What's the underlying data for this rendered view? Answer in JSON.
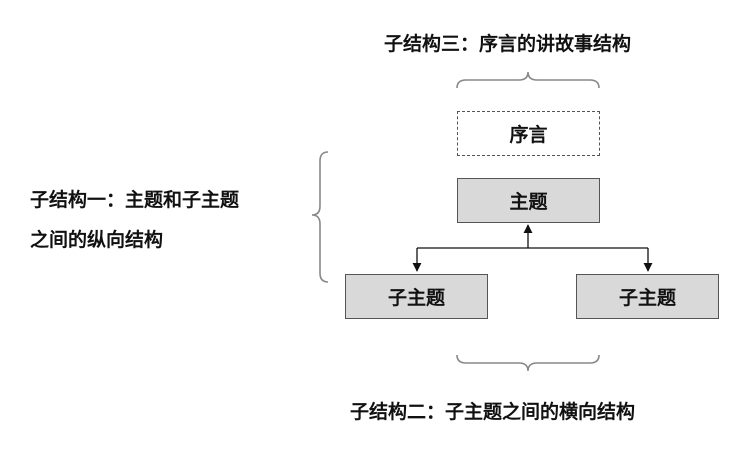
{
  "labels": {
    "structure_three": "子结构三：序言的讲故事结构",
    "structure_one_line1": "子结构一：主题和子主题",
    "structure_one_line2": "之间的纵向结构",
    "structure_two": "子结构二：子主题之间的横向结构"
  },
  "boxes": {
    "preface": "序言",
    "main_topic": "主题",
    "subtopic_left": "子主题",
    "subtopic_right": "子主题"
  },
  "colors": {
    "box_fill": "#d9d9d9",
    "box_border": "#555555",
    "brace": "#888888",
    "connector": "#111111"
  }
}
